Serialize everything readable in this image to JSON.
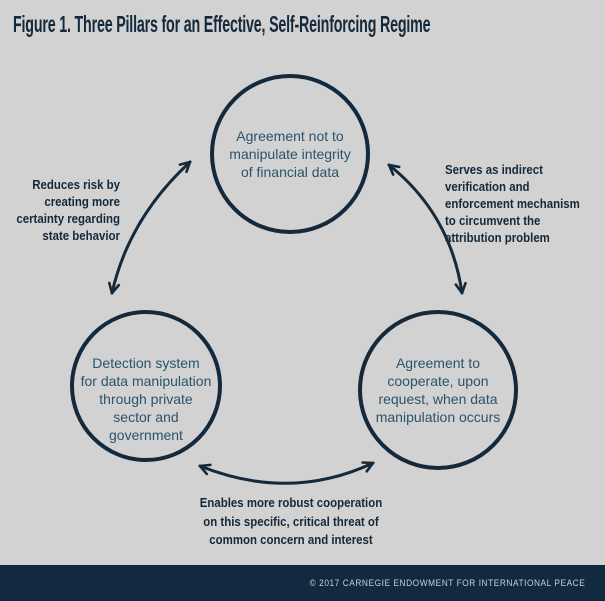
{
  "title": "Figure 1. Three Pillars for an Effective, Self-Reinforcing Regime",
  "diagram": {
    "nodes": {
      "top": {
        "label": "Agreement not to\nmanipulate integrity\nof financial data"
      },
      "bottom_left": {
        "label": "Detection system\nfor data manipulation\nthrough private\nsector and\ngovernment"
      },
      "bottom_right": {
        "label": "Agreement to\ncooperate, upon\nrequest, when data\nmanipulation occurs"
      }
    },
    "edge_labels": {
      "left": "Reduces risk by\ncreating more\ncertainty regarding\nstate behavior",
      "right": "Serves as indirect\nverification and\nenforcement mechanism\nto circumvent the\nattribution problem",
      "bottom": "Enables more robust cooperation\non this specific, critical threat of\ncommon concern and interest"
    },
    "arrow_style": "double-headed curved arrows"
  },
  "footer": {
    "text": "© 2017 CARNEGIE ENDOWMENT FOR INTERNATIONAL PEACE"
  },
  "colors": {
    "background": "#d2d2d2",
    "navy": "#14293c",
    "circle_text": "#2a536e",
    "footer_bg": "#112a3f",
    "footer_text": "#c7d0d7"
  }
}
